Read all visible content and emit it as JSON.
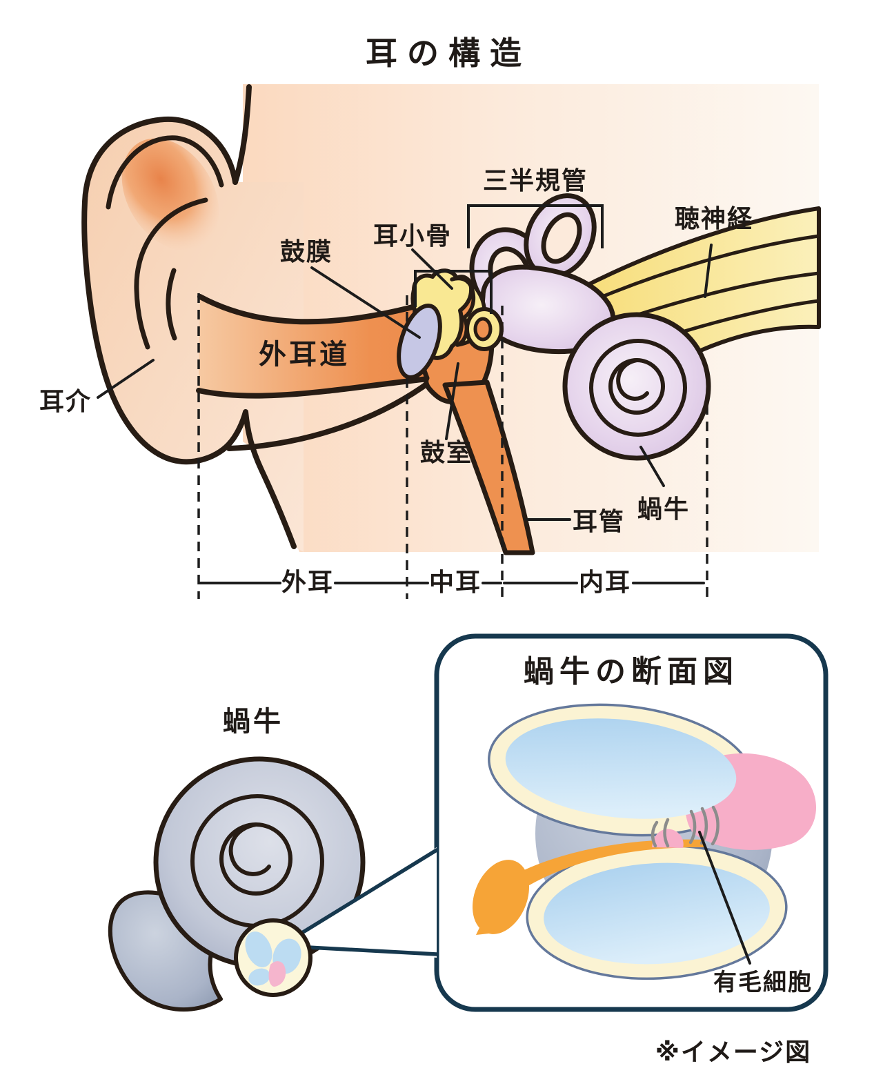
{
  "page": {
    "title": "耳の構造",
    "note": "※イメージ図"
  },
  "main_labels": {
    "semicircular_canals": "三半規管",
    "auditory_nerve": "聴神経",
    "ossicles": "耳小骨",
    "eardrum": "鼓膜",
    "ear_canal": "外耳道",
    "auricle": "耳介",
    "tympanic_cavity": "鼓室",
    "eustachian_tube": "耳管",
    "cochlea": "蝸牛"
  },
  "regions": {
    "outer": "外耳",
    "middle": "中耳",
    "inner": "内耳"
  },
  "inset": {
    "cochlea": "蝸牛",
    "panel_title": "蝸牛の断面図",
    "hair_cells": "有毛細胞"
  },
  "colors": {
    "outline": "#271c14",
    "background_peach": "#fbdcc5",
    "skin": "#f7d2b4",
    "canal_orange": "#ed8d4b",
    "ossicle_yellow": "#f9e893",
    "eardrum_periwinkle": "#c6c7e5",
    "inner_ear_lavender": "#d8c3e1",
    "nerve_yellow": "#f8e285",
    "cochlea_gray": "#a9b0c6",
    "panel_navy": "#16384e",
    "cream": "#fbf5d6",
    "chamber_blue": "#acd2ef",
    "pink": "#f7aec8",
    "nerve_orange": "#f6a437",
    "hair_cell_gray": "#8c8c8c"
  }
}
